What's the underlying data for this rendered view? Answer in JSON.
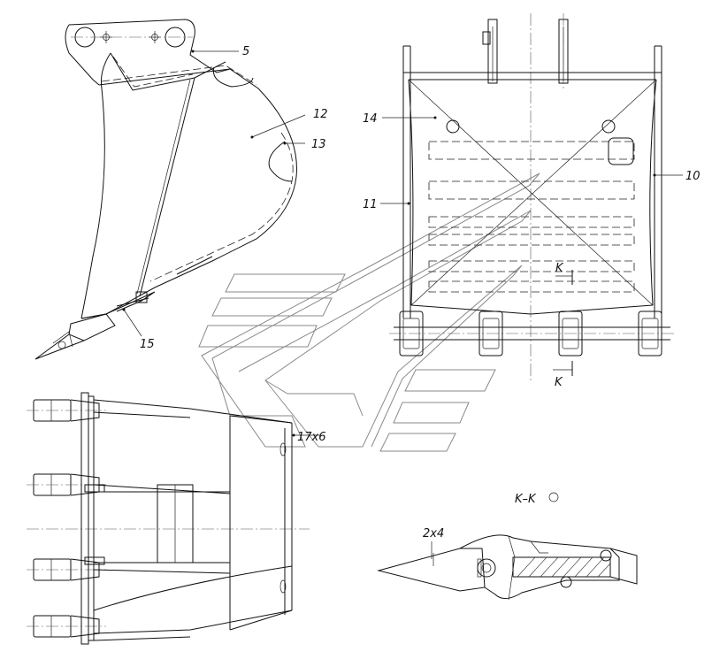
{
  "labels": {
    "p5": "5",
    "p12": "12",
    "p13": "13",
    "p14": "14",
    "p15": "15",
    "p11": "11",
    "p10": "10",
    "section_k_top": "K",
    "section_k_bottom": "K",
    "weld": "17x6",
    "section_title": "K–K",
    "tooth_qty": "2x4"
  },
  "icons": {
    "watermark": "logo-watermark",
    "section_rotation": "rotation-circle-icon"
  }
}
